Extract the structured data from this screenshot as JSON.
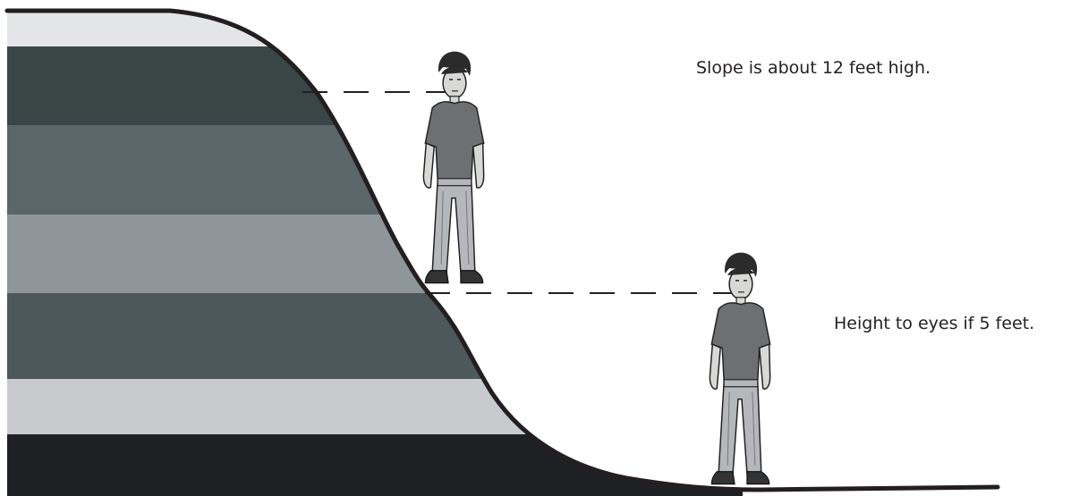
{
  "annotations": {
    "slope_height": "Slope is about 12 feet high.",
    "eye_height": "Height to eyes if 5 feet."
  },
  "colors": {
    "background": "#ffffff",
    "outline": "#231f20",
    "strata": [
      "#e3e5e7",
      "#3a4546",
      "#5a6668",
      "#8e9699",
      "#4d585a",
      "#c8cbce",
      "#1f2023"
    ],
    "shirt": "#6d6f71",
    "pants": "#b4b8bb",
    "hair": "#2b2b2b",
    "skin": "#d8d8d6",
    "shoes": "#333333"
  },
  "figures": [
    "person-on-slope",
    "person-at-base"
  ]
}
